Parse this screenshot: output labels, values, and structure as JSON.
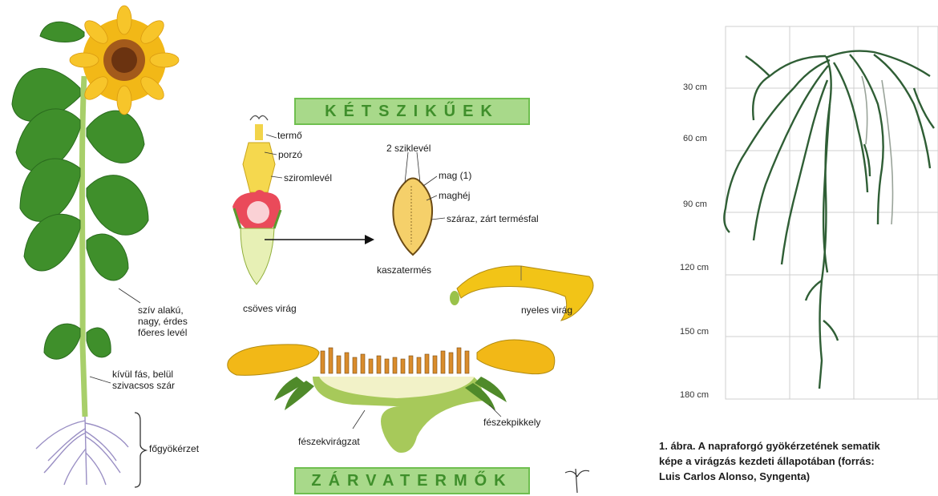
{
  "left_plant": {
    "labels": {
      "leaf": "szív alakú,\nnagy, érdes\nfőeres levél",
      "stem": "kívül fás, belül\nszivacsos szár",
      "root": "főgyökérzet"
    }
  },
  "middle": {
    "banner_top": "KÉTSZIKŰEK",
    "banner_bottom": "ZÁRVATERMŐK",
    "labels": {
      "termo": "termő",
      "porzo": "porzó",
      "sziromlevel": "sziromlevél",
      "csoves": "csöves virág",
      "sziklevel": "2 sziklevél",
      "mag": "mag (1)",
      "maghej": "maghéj",
      "termesfal": "száraz, zárt termésfal",
      "kaszatermes": "kaszatermés",
      "nyeles": "nyeles virág",
      "feszekviragzat": "fészekvirágzat",
      "feszekpikkely": "fészekpikkely"
    }
  },
  "root_chart": {
    "depth_labels": [
      "30 cm",
      "60 cm",
      "90 cm",
      "120 cm",
      "150 cm",
      "180 cm"
    ],
    "caption": "1. ábra. A napraforgó gyökérzetének sematik\nképe a virágzás kezdeti állapotában (forrás:\nLuis Carlos Alonso, Syngenta)"
  },
  "colors": {
    "leaf": "#3f8f2b",
    "petal": "#f2b817",
    "banner": "#a8d98a",
    "root_line": "#2f5e35",
    "grid": "#cfcfcf"
  }
}
